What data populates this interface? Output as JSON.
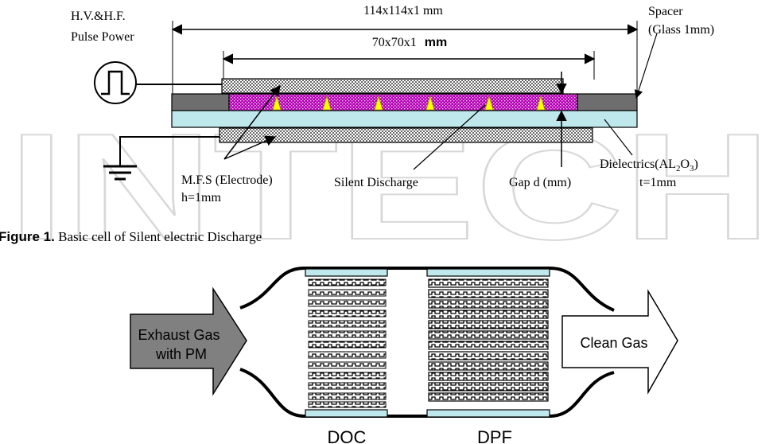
{
  "watermark": "INTECH",
  "figure1": {
    "overall_dim": "114x114x1   mm",
    "inner_dim": "70x70x1",
    "inner_dim_unit": "mm",
    "power_label_line1": "H.V.&H.F.",
    "power_label_line2": "Pulse Power",
    "spacer_line1": "Spacer",
    "spacer_line2": "(Glass 1mm)",
    "mfs_line1": "M.F.S (Electrode)",
    "mfs_line2": "h=1mm",
    "silent_discharge": "Silent Discharge",
    "gap": "Gap d   (mm)",
    "dielectrics_prefix": "Dielectrics(AL",
    "dielectrics_sub1": "2",
    "dielectrics_mid": "O",
    "dielectrics_sub2": "3",
    "dielectrics_suffix": ")",
    "thickness": "t=1mm",
    "caption_bold": "Figure 1.",
    "caption_text": " Basic cell of Silent electric Discharge"
  },
  "figure2": {
    "inlet_line1": "Exhaust Gas",
    "inlet_line2": "with PM",
    "outlet": "Clean Gas",
    "doc_label": "DOC",
    "dpf_label": "DPF"
  },
  "colors": {
    "electrode": "#9a9a9a",
    "discharge": "#b400b4",
    "spark": "#ffff00",
    "dielectric": "#bfe8ec",
    "spacer": "#6e6e6e",
    "inlet_arrow": "#808080",
    "outlet_arrow": "#ffffff"
  }
}
